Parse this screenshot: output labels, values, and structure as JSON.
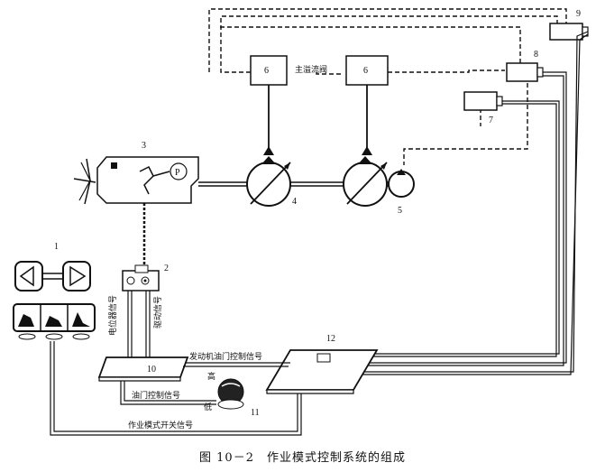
{
  "caption": "图 10－2　作业模式控制系统的组成",
  "labels": {
    "main_relief_valve": "主溢流阀",
    "potentiometer_signal": "电位器信号",
    "drive_signal": "驱动信号",
    "engine_throttle_signal": "发动机油门控制信号",
    "throttle_signal": "油门控制信号",
    "mode_switch_signal": "作业模式开关信号",
    "high": "高",
    "low": "低",
    "pump_symbol": "P"
  },
  "numbers": {
    "n1": "1",
    "n2": "2",
    "n3": "3",
    "n4": "4",
    "n5": "5",
    "n6a": "6",
    "n6b": "6",
    "n7": "7",
    "n8": "8",
    "n9": "9",
    "n10": "10",
    "n11": "11",
    "n12": "12"
  }
}
